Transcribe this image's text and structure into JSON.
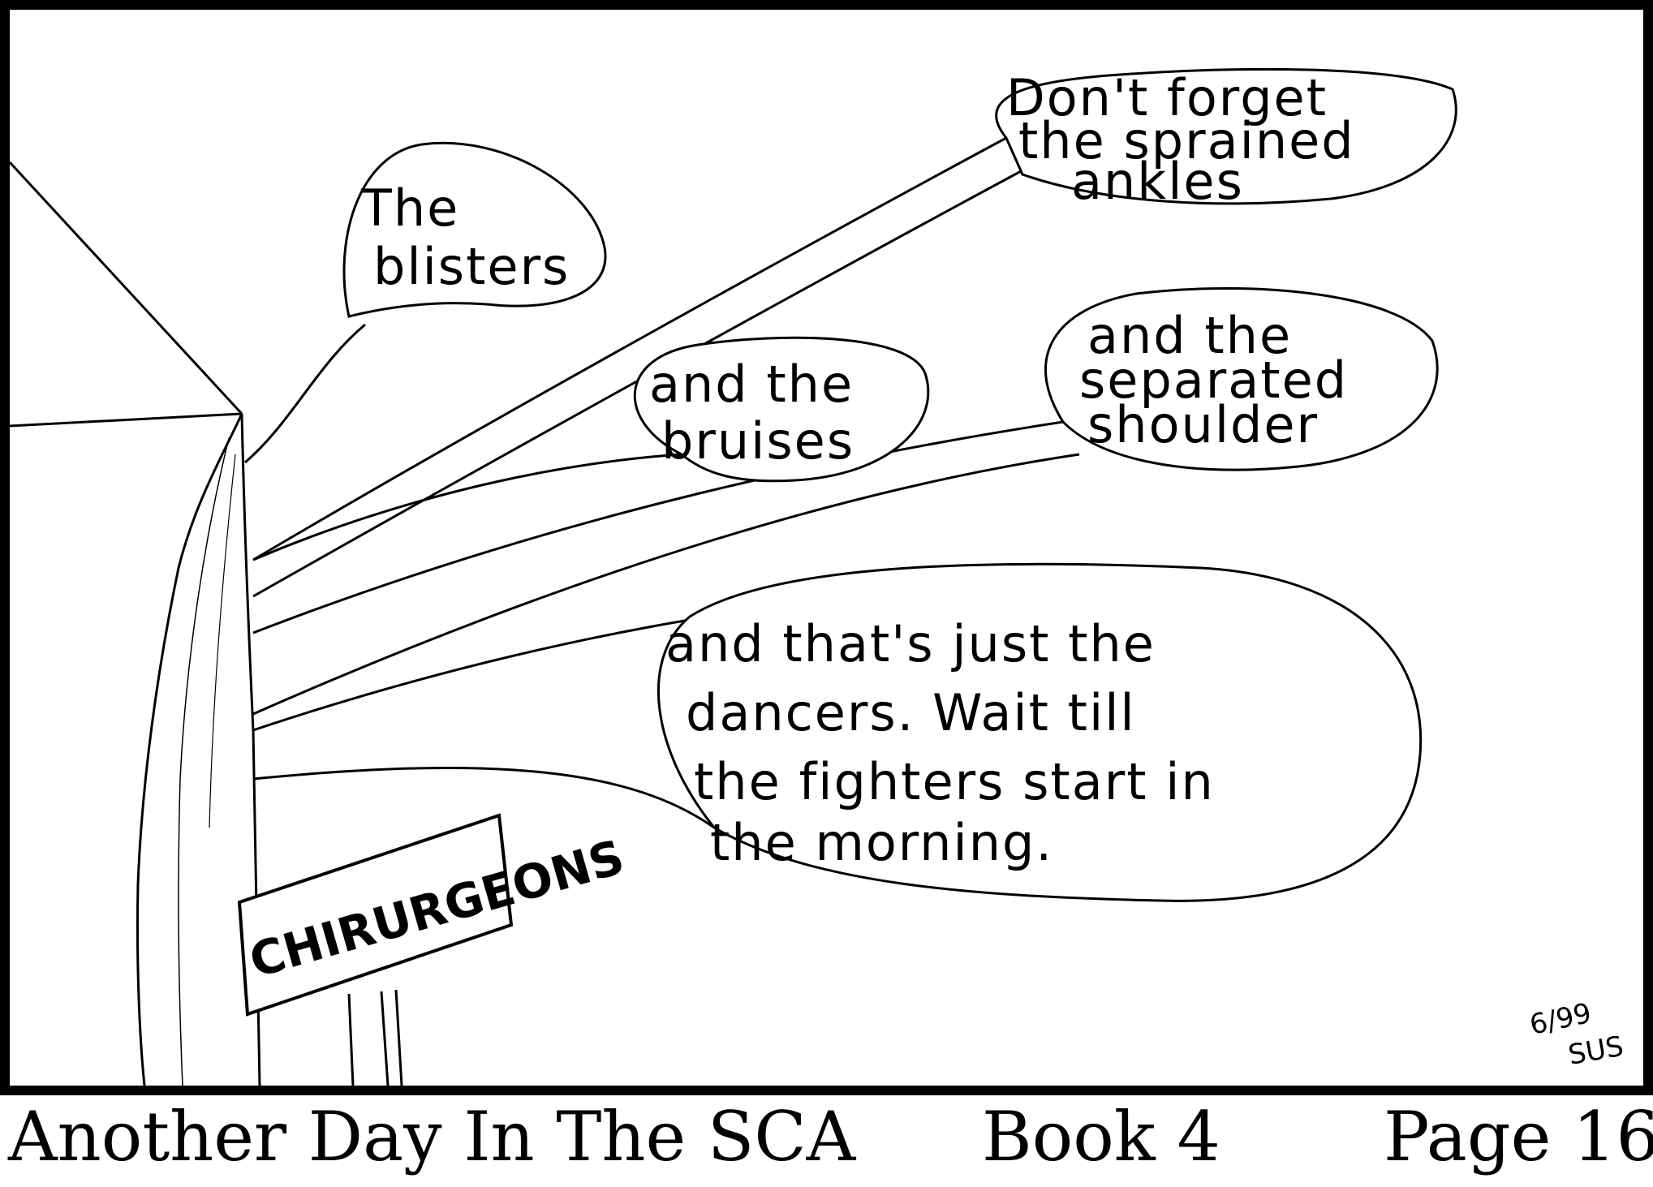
{
  "comic": {
    "bubbles": [
      {
        "id": "blisters",
        "lines": [
          "The",
          "blisters"
        ]
      },
      {
        "id": "ankles",
        "lines": [
          "Don't forget",
          "the sprained",
          "ankles"
        ]
      },
      {
        "id": "bruises",
        "lines": [
          "and the",
          "bruises"
        ]
      },
      {
        "id": "shoulder",
        "lines": [
          "and the",
          "separated",
          "shoulder"
        ]
      },
      {
        "id": "dancers",
        "lines": [
          "and that's just the",
          "dancers. Wait till",
          "the fighters start in",
          "the morning."
        ]
      }
    ],
    "sign_label": "CHIRURGEONS",
    "signature": {
      "date": "6/99",
      "initials": "SUS"
    }
  },
  "footer": {
    "title": "Another Day In The SCA",
    "book": "Book 4",
    "page": "Page 16"
  }
}
